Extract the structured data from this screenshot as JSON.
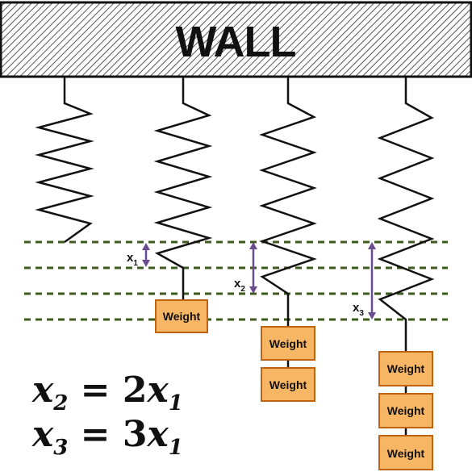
{
  "wall": {
    "label": "WALL",
    "fill_color": "#4a4a4a",
    "hatch": true
  },
  "weight": {
    "label": "Weight",
    "fill_color": "#f7b663",
    "stroke_color": "#c0620e"
  },
  "guides": {
    "color": "#3e5a1e",
    "style": "dashed"
  },
  "arrow_color": "#6b4c8f",
  "springs": [
    {
      "name": "spring-1",
      "weights": 0
    },
    {
      "name": "spring-2",
      "weights": 1,
      "displacement": {
        "var": "x",
        "sub": "1"
      }
    },
    {
      "name": "spring-3",
      "weights": 2,
      "displacement": {
        "var": "x",
        "sub": "2"
      }
    },
    {
      "name": "spring-4",
      "weights": 3,
      "displacement": {
        "var": "x",
        "sub": "3"
      }
    }
  ],
  "equations": [
    {
      "lhs_var": "x",
      "lhs_sub": "2",
      "op": "=",
      "coef": "2",
      "rhs_var": "x",
      "rhs_sub": "1"
    },
    {
      "lhs_var": "x",
      "lhs_sub": "3",
      "op": "=",
      "coef": "3",
      "rhs_var": "x",
      "rhs_sub": "1"
    }
  ]
}
